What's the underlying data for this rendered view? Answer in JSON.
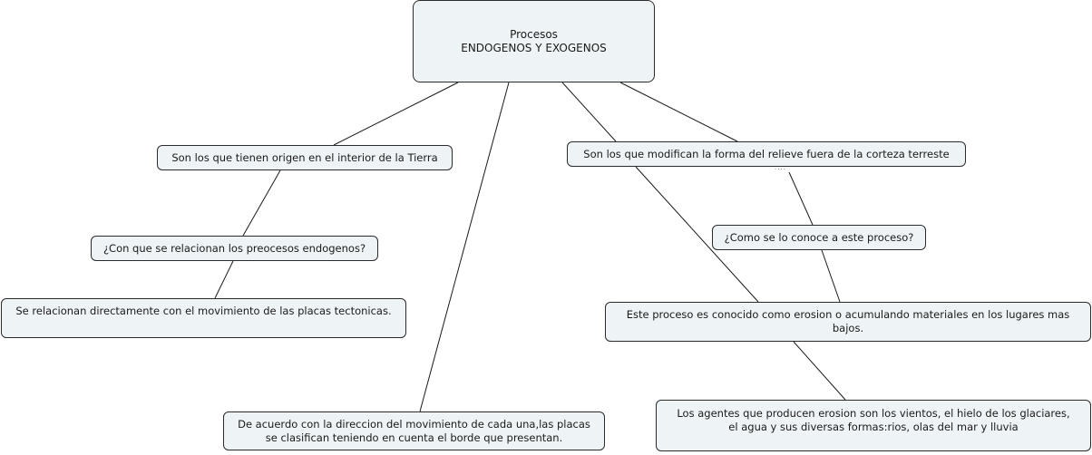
{
  "root": {
    "line1": "Procesos",
    "line2": "ENDOGENOS Y EXOGENOS"
  },
  "endogenous": {
    "definition": "Son los que tienen origen en el interior de la Tierra",
    "question": "¿Con que se relacionan los preocesos endogenos?",
    "answer": "Se relacionan directamente con el movimiento de las placas tectonicas."
  },
  "plates": {
    "line1": "De acuerdo con la direccion del movimiento de cada una,las placas",
    "line2": "se clasifican teniendo en cuenta el borde que presentan."
  },
  "exogenous": {
    "definition": "Son los que modifican la forma del relieve fuera de la corteza terreste",
    "question": "¿Como se lo conoce a este proceso?",
    "answer_line1": "Este proceso es conocido como erosion o  acumulando materiales en los lugares mas",
    "answer_line2": "bajos.",
    "agents_line1": "Los agentes que producen erosion son los vientos, el hielo de los glaciares,",
    "agents_line2": "el agua y sus diversas formas:rios, olas del mar y lluvia"
  },
  "colors": {
    "node_fill": "#eef3f6",
    "node_border": "#2b2b2b",
    "link": "#1a1a1a"
  }
}
